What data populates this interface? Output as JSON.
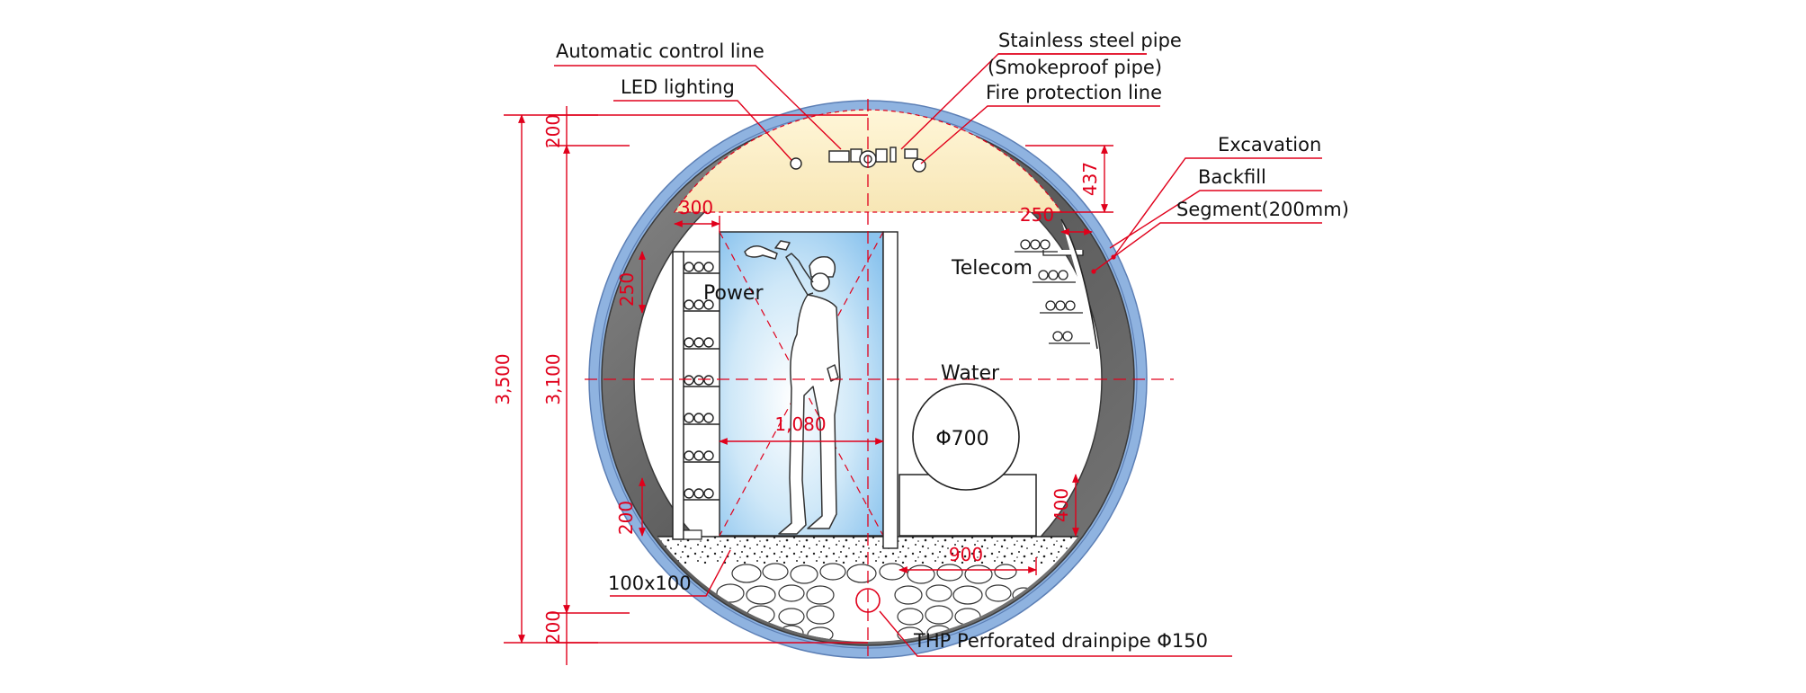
{
  "diagram": {
    "labels": {
      "automatic_control_line": "Automatic control line",
      "led_lighting": "LED lighting",
      "stainless_steel_pipe": "Stainless steel pipe",
      "smokeproof_pipe": "(Smokeproof pipe)",
      "fire_protection_line": "Fire protection line",
      "excavation": "Excavation",
      "backfill": "Backfill",
      "segment": "Segment(200mm)",
      "telecom": "Telecom",
      "power": "Power",
      "water": "Water",
      "water_pipe_diameter": "Φ700",
      "block": "100x100",
      "drainpipe": "THP Perforated drainpipe Φ150"
    },
    "dimensions": {
      "top_segment": "200",
      "overall": "3,500",
      "inner": "3,100",
      "bottom_segment": "200",
      "ceiling_right": "437",
      "left_clearance": "300",
      "right_clearance": "250",
      "left_tray_spacing": "250",
      "walkway_width": "1,080",
      "bottom_left": "200",
      "water_support_height": "400",
      "water_support_width": "900"
    },
    "colors": {
      "dimension_red": "#e0001b",
      "excavation_blue": "#8fb3e0",
      "segment_gray": "#6e6e6e",
      "ceiling_zone": "#fbefc6",
      "walkway_blue": "#a9d4f2"
    }
  }
}
